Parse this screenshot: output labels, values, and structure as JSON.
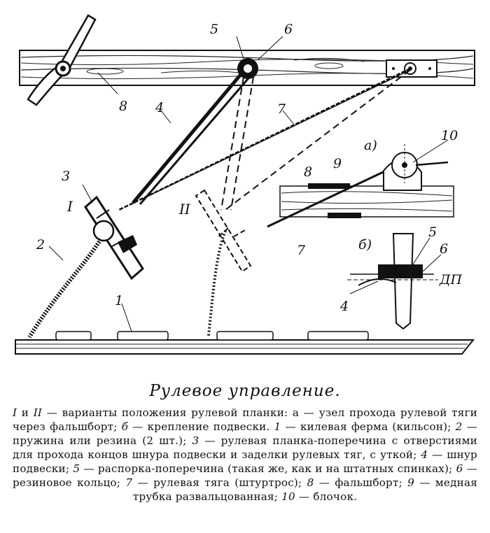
{
  "diagram": {
    "labels": {
      "n1": "1",
      "n2": "2",
      "n3": "3",
      "n4": "4",
      "n5": "5",
      "n6": "6",
      "n7": "7",
      "n8": "8",
      "romanI": "I",
      "romanII": "II",
      "insetA": "а)",
      "insetA_8": "8",
      "insetA_9": "9",
      "insetA_10": "10",
      "insetA_7": "7",
      "insetB": "б)",
      "insetB_5": "5",
      "insetB_6": "6",
      "insetB_4": "4",
      "insetB_dp": "ДП"
    }
  },
  "title": "Рулевое управление.",
  "caption": {
    "p1_num": "I",
    "p1_mid": " и ",
    "p1_num2": "II",
    "p1_text": " — варианты положения рулевой планки: а — узел прохода рулевой тяги через фальшборт; ",
    "p1_b": "б",
    "p1_text2": " — крепление подвески. ",
    "i1": "1",
    "t1": " — килевая ферма (кильсон); ",
    "i2": "2",
    "t2": " — пружина или резина (2 шт.); ",
    "i3": "3",
    "t3": " — рулевая планка-поперечина с отверстиями для прохода концов шнура подвески и заделки рулевых тяг, с уткой; ",
    "i4": "4",
    "t4": " — шнур подвески; ",
    "i5": "5",
    "t5": " — распорка-поперечина (такая же, как и на штатных спинках); ",
    "i6": "6",
    "t6": " — резиновое кольцо; ",
    "i7": "7",
    "t7": " — рулевая тяга (штуртрос); ",
    "i8": "8",
    "t8": " — фальшборт; ",
    "i9": "9",
    "t9": " — медная трубка развальцованная; ",
    "i10": "10",
    "t10": " — блочок."
  }
}
